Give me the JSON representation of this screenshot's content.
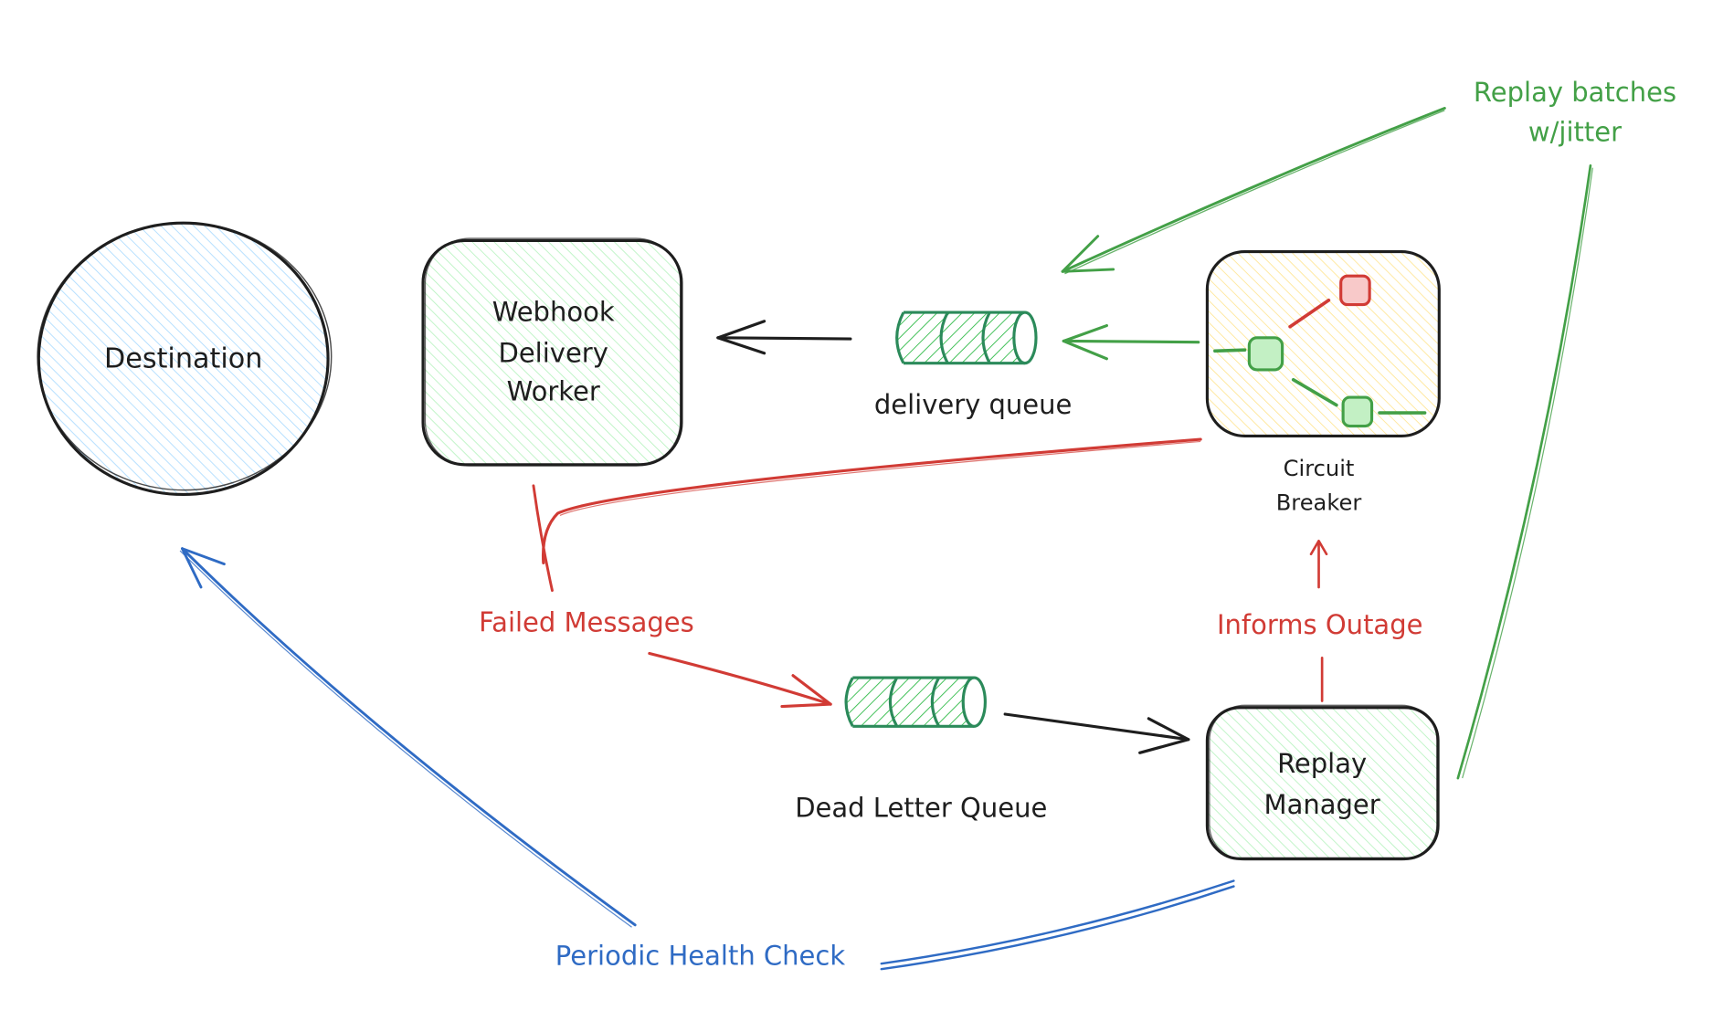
{
  "diagram": {
    "nodes": {
      "destination": {
        "label": "Destination",
        "shape": "ellipse",
        "fill": "#a5d8ff",
        "stroke": "#1e1e1e"
      },
      "worker": {
        "lines": [
          "Webhook",
          "Delivery",
          "Worker"
        ],
        "shape": "rounded-rect",
        "fill": "#b2f2bb",
        "stroke": "#1e1e1e"
      },
      "delivery_queue": {
        "label": "delivery queue",
        "shape": "queue-cylinder",
        "fill": "#40c057",
        "stroke": "#2b8a5a"
      },
      "circuit_breaker": {
        "lines": [
          "Circuit",
          "Breaker"
        ],
        "shape": "rounded-rect",
        "fill": "#ffec99",
        "stroke": "#1e1e1e",
        "icon": {
          "name": "circuit-breaker-icon",
          "open_node_color": "#f8c9c9",
          "open_stroke": "#d13b35",
          "closed_node_color": "#c3f0c4",
          "closed_stroke": "#43a047"
        }
      },
      "dead_letter_queue": {
        "label": "Dead Letter Queue",
        "shape": "queue-cylinder",
        "fill": "#40c057",
        "stroke": "#2b8a5a"
      },
      "replay_manager": {
        "lines": [
          "Replay",
          "Manager"
        ],
        "shape": "rounded-rect",
        "fill": "#b2f2bb",
        "stroke": "#1e1e1e"
      }
    },
    "edge_labels": {
      "failed_messages": "Failed Messages",
      "informs_outage": "Informs Outage",
      "replay_batches": [
        "Replay batches",
        "w/jitter"
      ],
      "health_check": "Periodic Health Check"
    },
    "colors": {
      "black": "#1e1e1e",
      "red": "#d13b35",
      "green": "#43a047",
      "blue": "#2f6bc4"
    }
  }
}
